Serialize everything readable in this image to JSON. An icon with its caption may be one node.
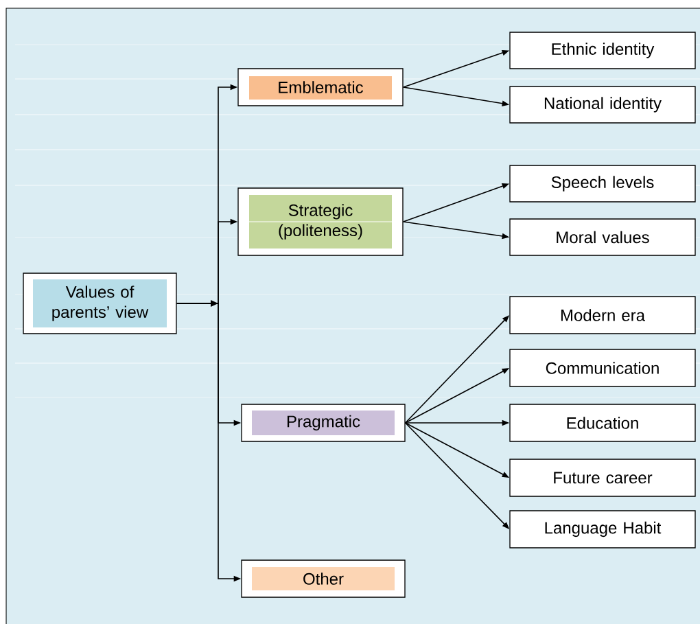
{
  "diagram": {
    "nodes": [
      {
        "text": [
          "Values of parents’ view"
        ]
      },
      {
        "text": [
          "Emblematic"
        ]
      },
      {
        "text": [
          "Strategic (politeness)"
        ]
      },
      {
        "text": [
          "Pragmatic"
        ]
      },
      {
        "text": [
          "Other"
        ]
      },
      {
        "text": [
          "Ethnic identity"
        ]
      },
      {
        "text": [
          "National identity"
        ]
      },
      {
        "text": [
          "Speech levels"
        ]
      },
      {
        "text": [
          "Moral values"
        ]
      },
      {
        "text": [
          "Modern era"
        ]
      },
      {
        "text": [
          "Communication"
        ]
      },
      {
        "text": [
          "Education"
        ]
      },
      {
        "text": [
          "Future career"
        ]
      },
      {
        "text": [
          "Language Habit"
        ]
      }
    ],
    "edges": [
      {
        "from": 0,
        "to": 1,
        "arrow": "to"
      },
      {
        "from": 0,
        "to": 2,
        "arrow": "to"
      },
      {
        "from": 0,
        "to": 3,
        "arrow": "to"
      },
      {
        "from": 0,
        "to": 4,
        "arrow": "to"
      },
      {
        "from": 1,
        "to": 5,
        "arrow": "to"
      },
      {
        "from": 1,
        "to": 6,
        "arrow": "to"
      },
      {
        "from": 2,
        "to": 7,
        "arrow": "to"
      },
      {
        "from": 2,
        "to": 8,
        "arrow": "to"
      },
      {
        "from": 3,
        "to": 9,
        "arrow": "to"
      },
      {
        "from": 3,
        "to": 10,
        "arrow": "to"
      },
      {
        "from": 3,
        "to": 11,
        "arrow": "to"
      },
      {
        "from": 3,
        "to": 12,
        "arrow": "to"
      },
      {
        "from": 3,
        "to": 13,
        "arrow": "to"
      }
    ]
  }
}
